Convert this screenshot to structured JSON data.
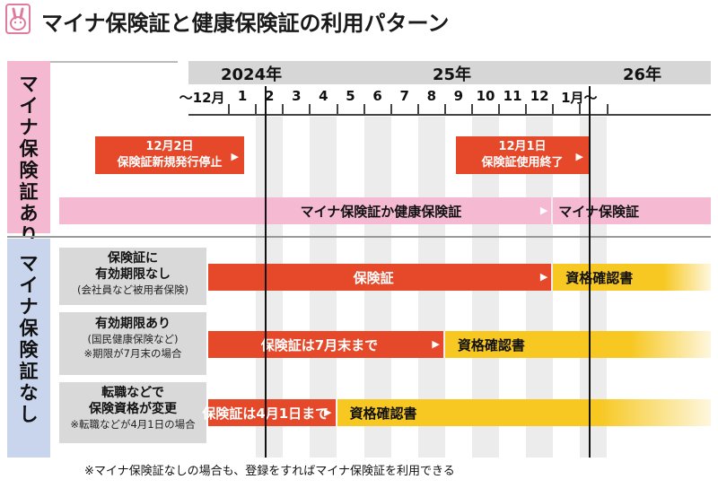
{
  "title": "マイナ保険証と健康保険証の利用パターン",
  "colors": {
    "red": "#e5492a",
    "pink": "#f5bad2",
    "yellow": "#f7c822",
    "gray": "#d9d9d9",
    "blue": "#c9d5ec"
  },
  "icons": [
    "logo-icon"
  ],
  "chart_data": {
    "type": "gantt",
    "years": [
      "2024年",
      "25年",
      "26年"
    ],
    "months": [
      "～12月",
      "1",
      "2",
      "3",
      "4",
      "5",
      "6",
      "7",
      "8",
      "9",
      "10",
      "11",
      "12",
      "1月～"
    ],
    "groups": [
      {
        "label": "マイナ保険証あり"
      },
      {
        "label": "マイナ保険証なし"
      }
    ],
    "events": [
      {
        "line1": "12月2日",
        "line2": "保険証新規発行停止"
      },
      {
        "line1": "12月1日",
        "line2": "保険証使用終了"
      }
    ],
    "rows": [
      {
        "group": 0,
        "label": [],
        "segments": [
          {
            "text": "マイナ保険証か健康保険証",
            "color": "pink",
            "start": "2024-12",
            "end": "2025-12"
          },
          {
            "text": "マイナ保険証",
            "color": "pink",
            "start": "2025-12",
            "end": "2026-01"
          }
        ]
      },
      {
        "group": 1,
        "label": [
          "保険証に",
          "有効期限なし",
          "(会社員など被用者保険)"
        ],
        "segments": [
          {
            "text": "保険証",
            "color": "red",
            "start": "2024-12",
            "end": "2025-12"
          },
          {
            "text": "資格確認書",
            "color": "yellow",
            "start": "2025-12",
            "end": "2026-01"
          }
        ]
      },
      {
        "group": 1,
        "label": [
          "有効期限あり",
          "(国民健康保険など)",
          "※期限が7月末の場合"
        ],
        "segments": [
          {
            "text": "保険証は7月末まで",
            "color": "red",
            "start": "2024-12",
            "end": "2025-08"
          },
          {
            "text": "資格確認書",
            "color": "yellow",
            "start": "2025-08",
            "end": "2026-01"
          }
        ]
      },
      {
        "group": 1,
        "label": [
          "転職などで",
          "保険資格が変更",
          "※転職などが4月1日の場合"
        ],
        "segments": [
          {
            "text": "保険証は4月1日まで",
            "color": "red",
            "start": "2024-12",
            "end": "2025-04"
          },
          {
            "text": "資格確認書",
            "color": "yellow",
            "start": "2025-04",
            "end": "2026-01"
          }
        ]
      }
    ]
  },
  "footnote": "※マイナ保険証なしの場合も、登録をすればマイナ保険証を利用できる"
}
